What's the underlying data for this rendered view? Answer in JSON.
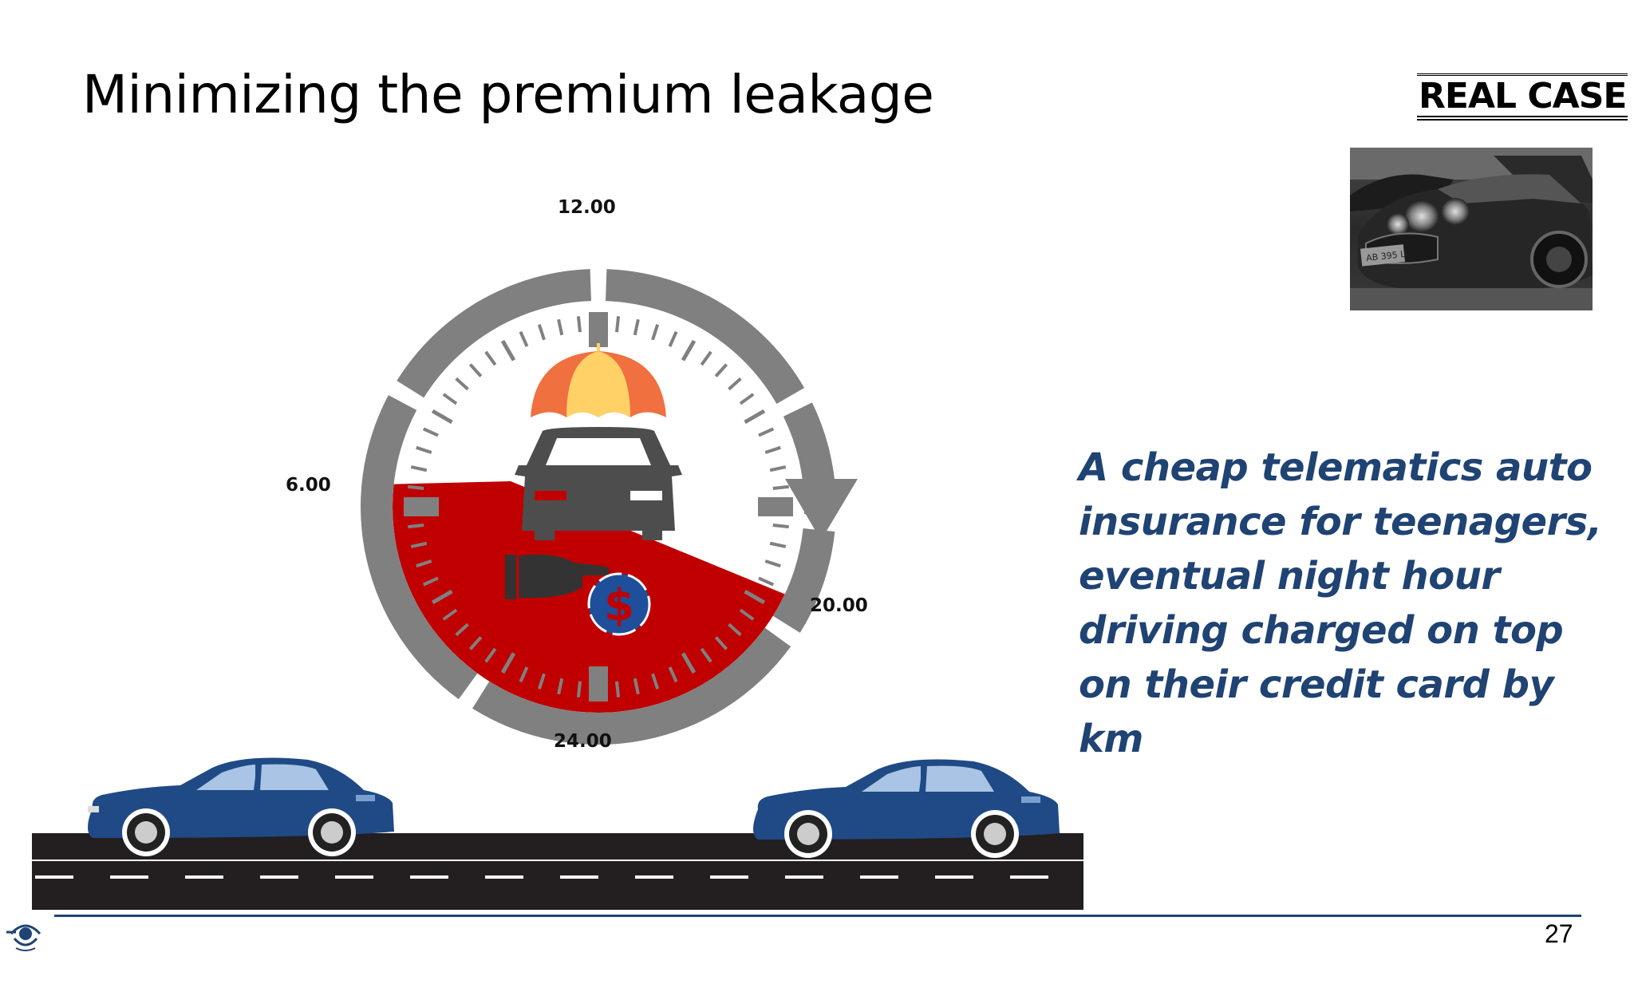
{
  "slide": {
    "title": "Minimizing the premium leakage",
    "tag": "REAL CASE",
    "description": "A cheap telematics auto insurance for teenagers, eventual night hour driving charged on top on their credit card by km",
    "page_number": "27"
  },
  "clock": {
    "labels": {
      "top": "12.00",
      "left": "6.00",
      "right": "20.00",
      "bottom": "24.00"
    },
    "icons": [
      "umbrella-icon",
      "car-front-icon",
      "hand-coin-icon",
      "dollar-icon",
      "clockwise-arrow-icon"
    ],
    "colors": {
      "ring": "#808080",
      "highlight": "#c00000",
      "umbrella_top": "#ffd166",
      "umbrella_side": "#f07040",
      "coin": "#1f4f9a"
    }
  },
  "colors": {
    "accent": "#1f4373",
    "car": "#1f4a85",
    "road": "#231f20"
  }
}
